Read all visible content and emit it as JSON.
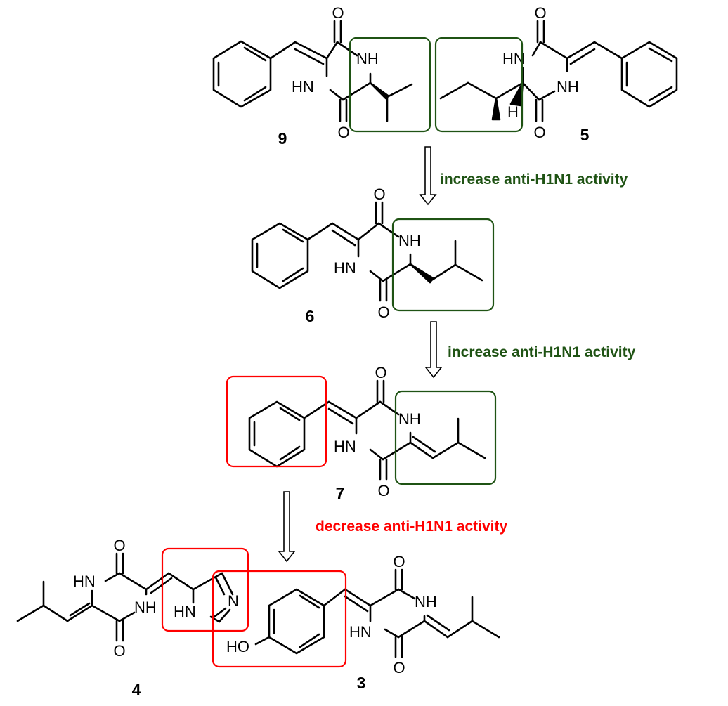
{
  "colors": {
    "increase": "#1f5314",
    "decrease": "#ff0000",
    "bond": "#000000",
    "box_green": "#1f5314",
    "box_red": "#ff0000"
  },
  "compounds": {
    "c9": "9",
    "c5": "5",
    "c6": "6",
    "c7": "7",
    "c4": "4",
    "c3": "3"
  },
  "atoms": {
    "o": "O",
    "nh": "NH",
    "hn": "HN",
    "h": "H",
    "n": "N",
    "ho": "HO"
  },
  "annotations": {
    "increase_1": "increase anti-H1N1 activity",
    "increase_2": "increase anti-H1N1 activity",
    "decrease": "decrease anti-H1N1 activity"
  }
}
